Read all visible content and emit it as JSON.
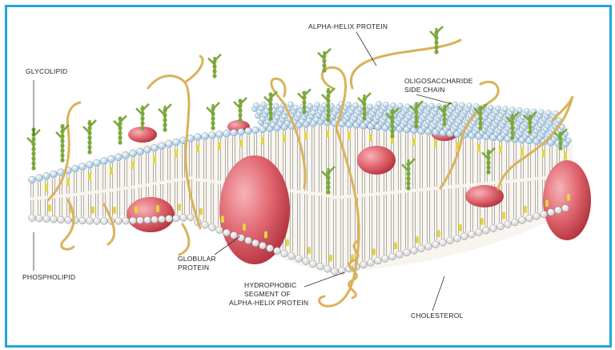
{
  "diagram": {
    "labels": {
      "glycolipid": "GLYCOLIPID",
      "alpha_helix_protein": "ALPHA-HELIX PROTEIN",
      "oligosaccharide_line1": "OLIGOSACCHARIDE",
      "oligosaccharide_line2": "SIDE CHAIN",
      "phospholipid": "PHOSPHOLIPID",
      "globular_line1": "GLOBULAR",
      "globular_line2": "PROTEIN",
      "hydrophobic_line1": "HYDROPHOBIC",
      "hydrophobic_line2": "SEGMENT OF",
      "hydrophobic_line3": "ALPHA-HELIX PROTEIN",
      "cholesterol": "CHOLESTEROL"
    },
    "colors": {
      "frame": "#22a7d8",
      "head_top": "#b9d6ea",
      "head_bottom": "#f4f4f4",
      "protein": "#d9535f",
      "sugar": "#7aa83a",
      "helix": "#d9b25a",
      "cholesterol": "#e3d63a",
      "tail": "#555555"
    }
  }
}
